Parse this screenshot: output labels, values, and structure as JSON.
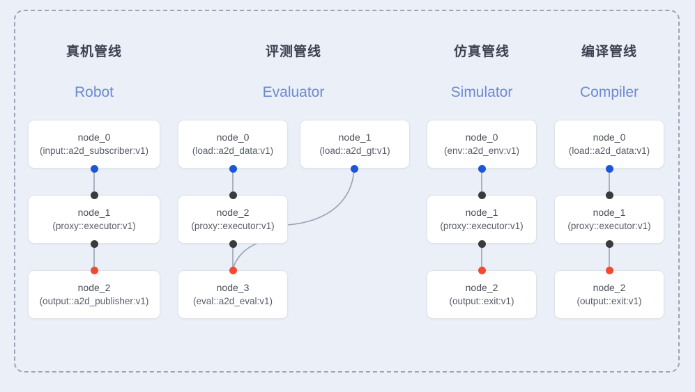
{
  "frame": {
    "border_color": "#9aa4b8",
    "background": "#eaeff8"
  },
  "palette": {
    "accent_blue": "#6d8ad1",
    "dot_blue": "#1a56d6",
    "dot_black": "#3b3b3b",
    "dot_red": "#f04a33",
    "node_bg": "#ffffff",
    "node_border": "#e0e3e9",
    "wire": "#9aa3b4"
  },
  "columns": [
    {
      "id": "robot",
      "title_zh": "真机管线",
      "title_en": "Robot",
      "nodes": [
        {
          "name": "node_0",
          "spec": "(input::a2d_subscriber:v1)"
        },
        {
          "name": "node_1",
          "spec": "(proxy::executor:v1)"
        },
        {
          "name": "node_2",
          "spec": "(output::a2d_publisher:v1)"
        }
      ]
    },
    {
      "id": "evaluator",
      "title_zh": "评测管线",
      "title_en": "Evaluator",
      "nodes": [
        {
          "name": "node_0",
          "spec": "(load::a2d_data:v1)"
        },
        {
          "name": "node_2",
          "spec": "(proxy::executor:v1)"
        },
        {
          "name": "node_3",
          "spec": "(eval::a2d_eval:v1)"
        },
        {
          "name": "node_1",
          "spec": "(load::a2d_gt:v1)"
        }
      ]
    },
    {
      "id": "simulator",
      "title_zh": "仿真管线",
      "title_en": "Simulator",
      "nodes": [
        {
          "name": "node_0",
          "spec": "(env::a2d_env:v1)"
        },
        {
          "name": "node_1",
          "spec": "(proxy::executor:v1)"
        },
        {
          "name": "node_2",
          "spec": "(output::exit:v1)"
        }
      ]
    },
    {
      "id": "compiler",
      "title_zh": "编译管线",
      "title_en": "Compiler",
      "nodes": [
        {
          "name": "node_0",
          "spec": "(load::a2d_data:v1)"
        },
        {
          "name": "node_1",
          "spec": "(proxy::executor:v1)"
        },
        {
          "name": "node_2",
          "spec": "(output::exit:v1)"
        }
      ]
    }
  ]
}
